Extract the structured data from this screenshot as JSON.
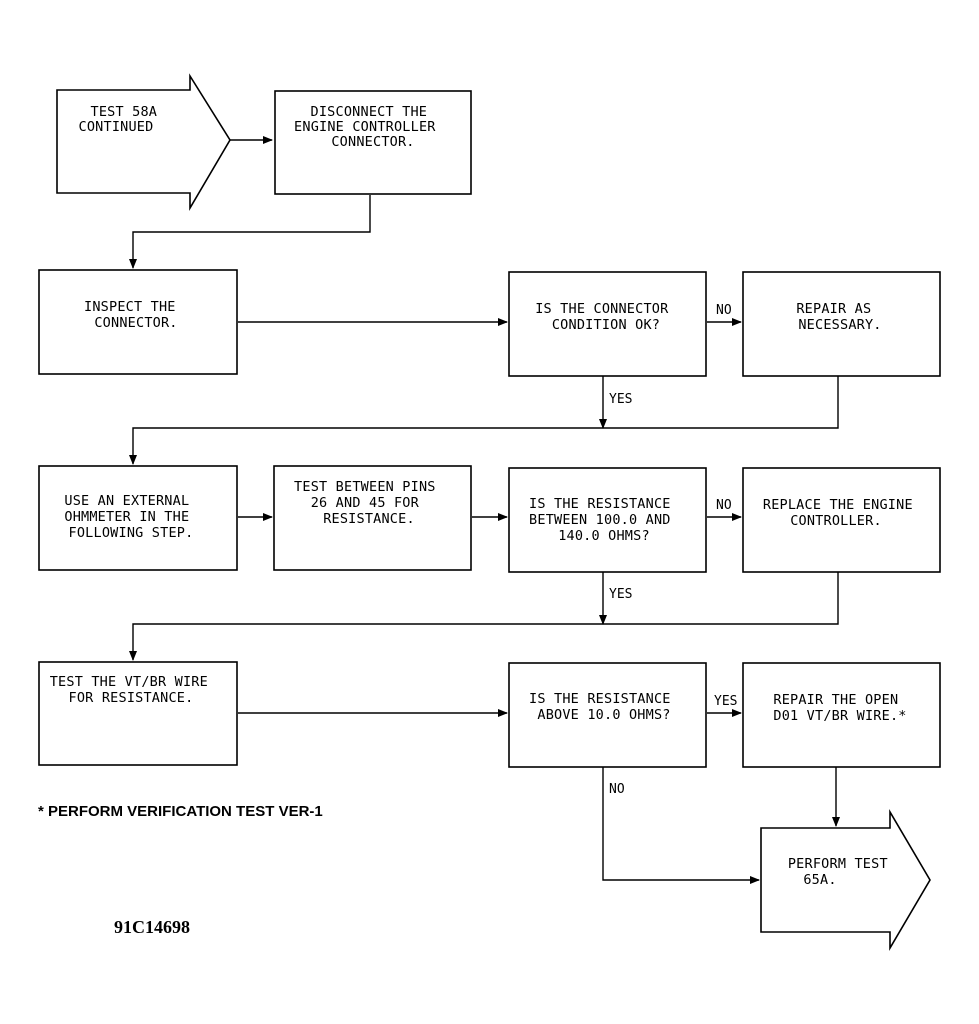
{
  "nodes": {
    "start": {
      "lines": [
        "TEST 58A",
        "CONTINUED"
      ]
    },
    "disconnect": {
      "lines": [
        "DISCONNECT THE",
        "ENGINE CONTROLLER",
        "CONNECTOR."
      ]
    },
    "inspect": {
      "lines": [
        "INSPECT THE",
        "CONNECTOR."
      ]
    },
    "conn_ok": {
      "lines": [
        "IS THE CONNECTOR",
        "CONDITION OK?"
      ]
    },
    "repair": {
      "lines": [
        "REPAIR AS",
        "NECESSARY."
      ]
    },
    "ohmmeter": {
      "lines": [
        "USE AN EXTERNAL",
        "OHMMETER IN THE",
        "FOLLOWING STEP."
      ]
    },
    "test_pins": {
      "lines": [
        "TEST BETWEEN PINS",
        "26 AND 45 FOR",
        "RESISTANCE."
      ]
    },
    "res_between": {
      "lines": [
        "IS THE RESISTANCE",
        "BETWEEN 100.0 AND",
        "140.0 OHMS?"
      ]
    },
    "replace": {
      "lines": [
        "REPLACE THE ENGINE",
        "CONTROLLER."
      ]
    },
    "test_wire": {
      "lines": [
        "TEST THE VT/BR WIRE",
        "FOR RESISTANCE."
      ]
    },
    "res_above": {
      "lines": [
        "IS THE RESISTANCE",
        "ABOVE 10.0 OHMS?"
      ]
    },
    "repair_open": {
      "lines": [
        "REPAIR THE OPEN",
        "D01 VT/BR WIRE.*"
      ]
    },
    "perform": {
      "lines": [
        "PERFORM TEST",
        "65A."
      ]
    }
  },
  "edges": {
    "conn_ok_no": "NO",
    "conn_ok_yes": "YES",
    "res_between_no": "NO",
    "res_between_yes": "YES",
    "res_above_yes": "YES",
    "res_above_no": "NO"
  },
  "footnote": "* PERFORM VERIFICATION TEST VER-1",
  "figure_id": "91C14698"
}
